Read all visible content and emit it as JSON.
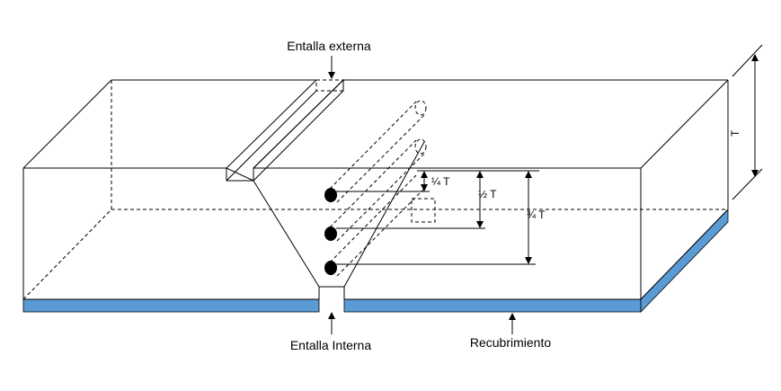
{
  "labels": {
    "external_notch": "Entalla externa",
    "internal_notch": "Entalla Interna",
    "coating": "Recubrimiento",
    "thickness": "T",
    "quarter_t": "¼ T",
    "half_t": "½ T",
    "three_quarter_t": "¾ T"
  },
  "colors": {
    "coating": "#5b9bd5",
    "line": "#000000"
  }
}
